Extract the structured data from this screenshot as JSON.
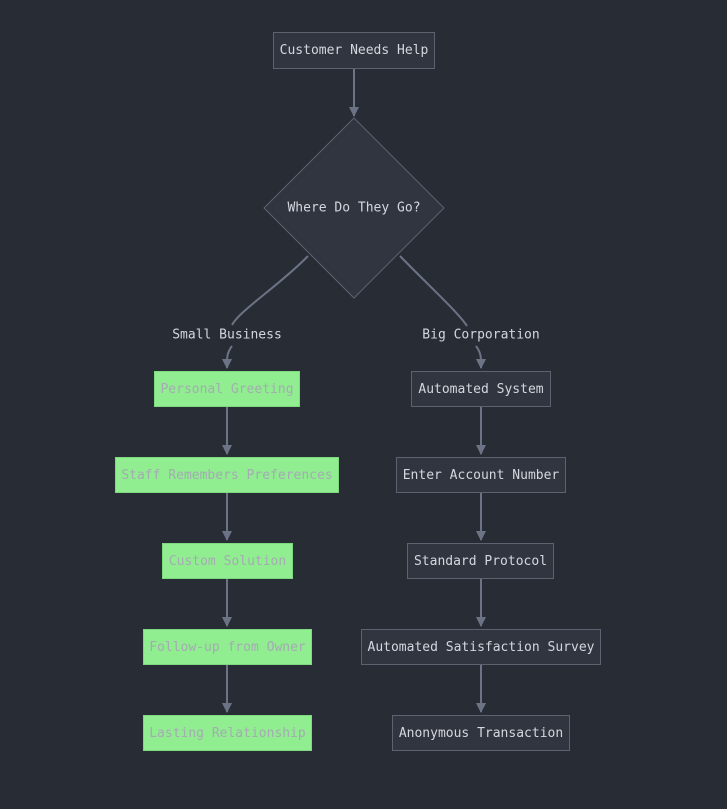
{
  "diagram": {
    "start": "Customer Needs Help",
    "decision": "Where Do They Go?",
    "branches": {
      "small": {
        "label": "Small Business",
        "steps": [
          "Personal Greeting",
          "Staff Remembers Preferences",
          "Custom Solution",
          "Follow-up from Owner",
          "Lasting Relationship"
        ]
      },
      "big": {
        "label": "Big Corporation",
        "steps": [
          "Automated System",
          "Enter Account Number",
          "Standard Protocol",
          "Automated Satisfaction Survey",
          "Anonymous Transaction"
        ]
      }
    },
    "colors": {
      "background": "#282c34",
      "node_fill": "#31353f",
      "node_border": "#5d6270",
      "highlight_fill": "#90ee90",
      "edge": "#6b7385"
    }
  }
}
